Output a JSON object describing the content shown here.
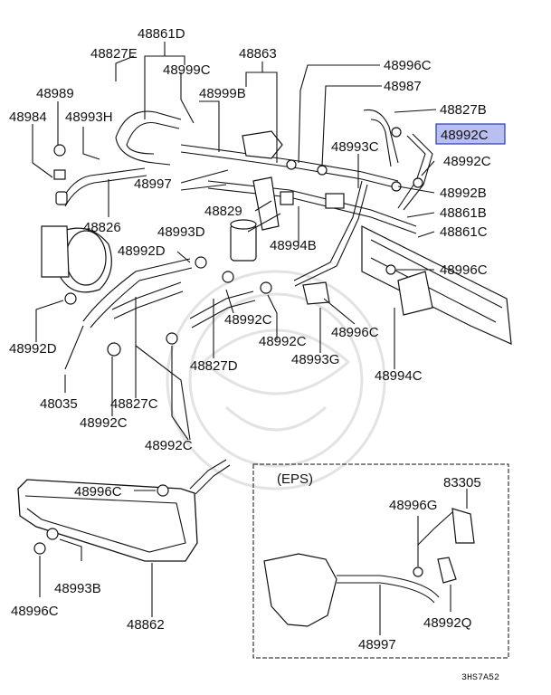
{
  "labels": {
    "l48861D": "48861D",
    "l48827E": "48827E",
    "l48999C": "48999C",
    "l48863": "48863",
    "l48996C_top": "48996C",
    "l48987": "48987",
    "l48989": "48989",
    "l48984": "48984",
    "l48993H": "48993H",
    "l48999B": "48999B",
    "l48827B": "48827B",
    "l48992C_hl": "48992C",
    "l48993C": "48993C",
    "l48992C_r1": "48992C",
    "l48997_top": "48997",
    "l48992B": "48992B",
    "l48829": "48829",
    "l48861B": "48861B",
    "l48826": "48826",
    "l48993D": "48993D",
    "l48861C": "48861C",
    "l48994B": "48994B",
    "l48992D_top": "48992D",
    "l48996C_r2": "48996C",
    "l48992D_left": "48992D",
    "l48992C_mid": "48992C",
    "l48996C_mid": "48996C",
    "l48992C_mid2": "48992C",
    "l48993G": "48993G",
    "l48827D": "48827D",
    "l48994C": "48994C",
    "l48035": "48035",
    "l48827C": "48827C",
    "l48992C_low": "48992C",
    "l48992C_low2": "48992C",
    "l48996C_low": "48996C",
    "l48993B": "48993B",
    "l48996C_bot": "48996C",
    "l48862": "48862",
    "eps_title": "(EPS)",
    "l83305": "83305",
    "l48996G": "48996G",
    "l48992Q": "48992Q",
    "l48997_bot": "48997",
    "diagram_code": "3HS7A52"
  },
  "colors": {
    "highlight_fill": "#b9bff0",
    "highlight_border": "#2c3bb5"
  }
}
